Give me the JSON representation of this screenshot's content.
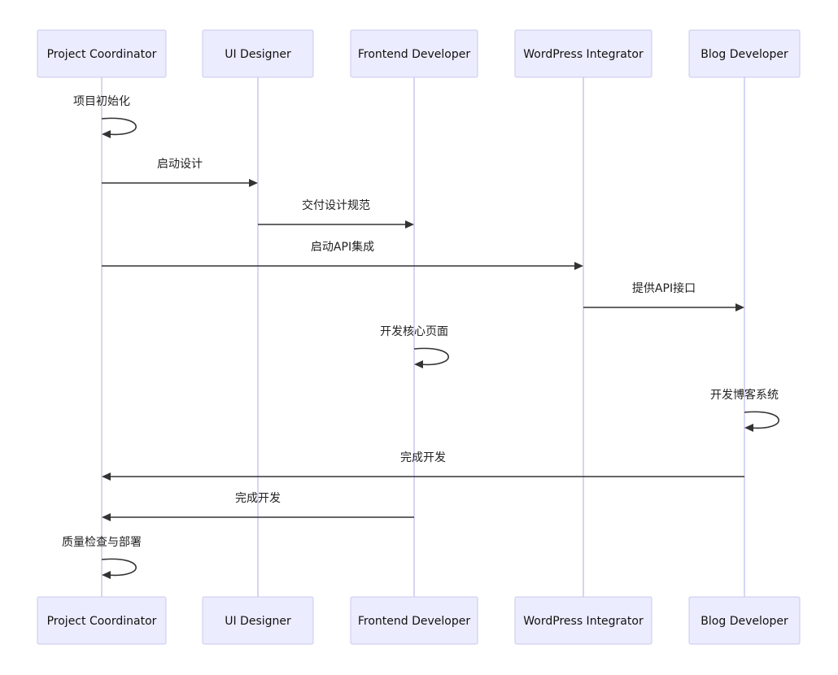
{
  "participants": [
    {
      "id": "pc",
      "label": "Project Coordinator"
    },
    {
      "id": "ui",
      "label": "UI Designer"
    },
    {
      "id": "fe",
      "label": "Frontend Developer"
    },
    {
      "id": "wp",
      "label": "WordPress Integrator"
    },
    {
      "id": "bd",
      "label": "Blog Developer"
    }
  ],
  "messages": [
    {
      "from": "pc",
      "to": "pc",
      "label": "项目初始化"
    },
    {
      "from": "pc",
      "to": "ui",
      "label": "启动设计"
    },
    {
      "from": "ui",
      "to": "fe",
      "label": "交付设计规范"
    },
    {
      "from": "pc",
      "to": "wp",
      "label": "启动API集成"
    },
    {
      "from": "wp",
      "to": "bd",
      "label": "提供API接口"
    },
    {
      "from": "fe",
      "to": "fe",
      "label": "开发核心页面"
    },
    {
      "from": "bd",
      "to": "bd",
      "label": "开发博客系统"
    },
    {
      "from": "bd",
      "to": "pc",
      "label": "完成开发"
    },
    {
      "from": "fe",
      "to": "pc",
      "label": "完成开发"
    },
    {
      "from": "pc",
      "to": "pc",
      "label": "质量检查与部署"
    }
  ],
  "colors": {
    "actor_fill": "#ececff",
    "actor_stroke": "#c9c9ef",
    "lifeline": "#c9c9ef",
    "message": "#333333"
  }
}
